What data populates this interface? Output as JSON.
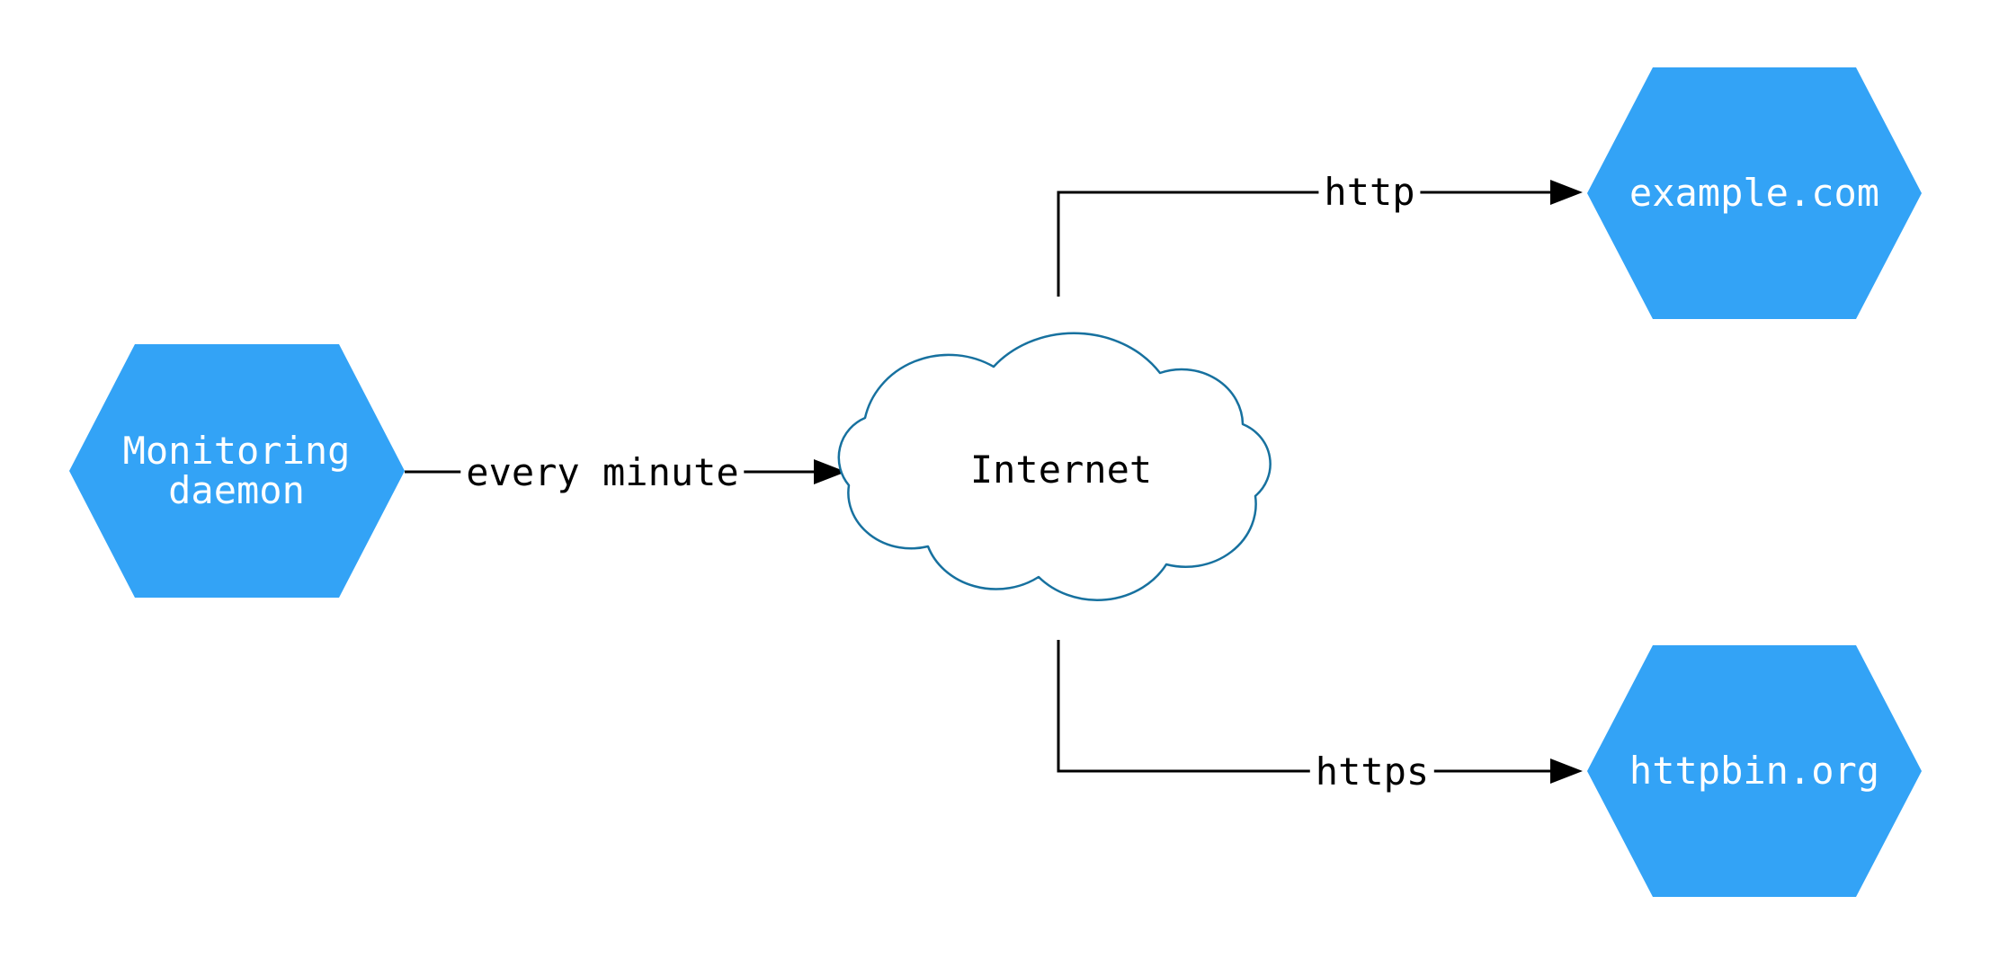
{
  "diagram": {
    "background_color": "#ffffff",
    "edge_color": "#000000",
    "node_fill": "#33a3f6",
    "node_text_color": "#ffffff",
    "cloud_stroke": "#17719f",
    "cloud_fill": "#ffffff",
    "cloud_text_color": "#000000",
    "nodes": {
      "monitoring_daemon": {
        "shape": "hexagon",
        "lines": [
          "Monitoring",
          "daemon"
        ]
      },
      "internet": {
        "shape": "cloud",
        "label": "Internet"
      },
      "example_com": {
        "shape": "hexagon",
        "label": "example.com"
      },
      "httpbin_org": {
        "shape": "hexagon",
        "label": "httpbin.org"
      }
    },
    "edges": [
      {
        "from": "monitoring_daemon",
        "to": "internet",
        "label": "every minute"
      },
      {
        "from": "internet",
        "to": "example_com",
        "label": "http"
      },
      {
        "from": "internet",
        "to": "httpbin_org",
        "label": "https"
      }
    ]
  }
}
